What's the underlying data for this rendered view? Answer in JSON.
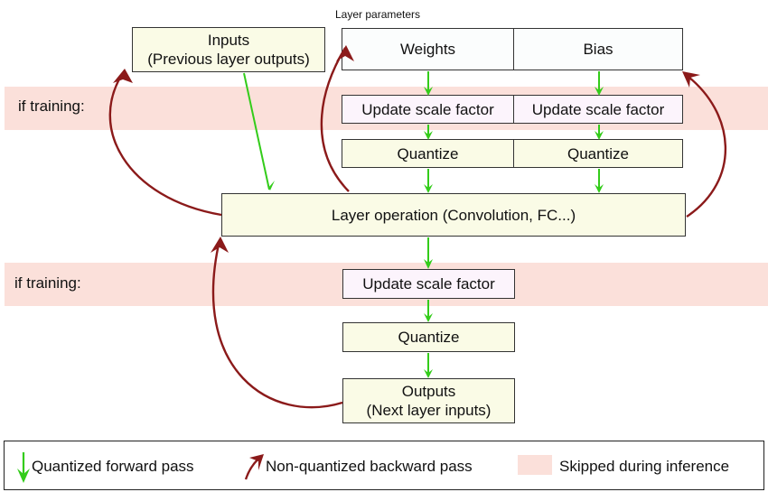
{
  "header": {
    "layer_parameters": "Layer parameters"
  },
  "bands": [
    {
      "label": "if training:"
    },
    {
      "label": "if training:"
    }
  ],
  "inputs": {
    "line1": "Inputs",
    "line2": "(Previous layer outputs)"
  },
  "weights": {
    "label": "Weights"
  },
  "bias": {
    "label": "Bias"
  },
  "param_update": {
    "weights_label": "Update scale factor",
    "bias_label": "Update scale factor"
  },
  "param_quantize": {
    "weights_label": "Quantize",
    "bias_label": "Quantize"
  },
  "layer_operation": {
    "label": "Layer operation (Convolution, FC...)"
  },
  "output_update": {
    "label": "Update scale factor"
  },
  "output_quantize": {
    "label": "Quantize"
  },
  "outputs": {
    "line1": "Outputs",
    "line2": "(Next layer inputs)"
  },
  "legend": {
    "forward": "Quantized forward pass",
    "backward": "Non-quantized backward pass",
    "skipped": "Skipped during inference"
  },
  "colors": {
    "forward_arrow": "#33cc1a",
    "backward_arrow": "#8b1a1a",
    "skipped_band": "#fbe0da",
    "box_yellow": "#fafbe6",
    "box_lilac": "#fcf4fc",
    "box_white": "#fbfdfd"
  }
}
